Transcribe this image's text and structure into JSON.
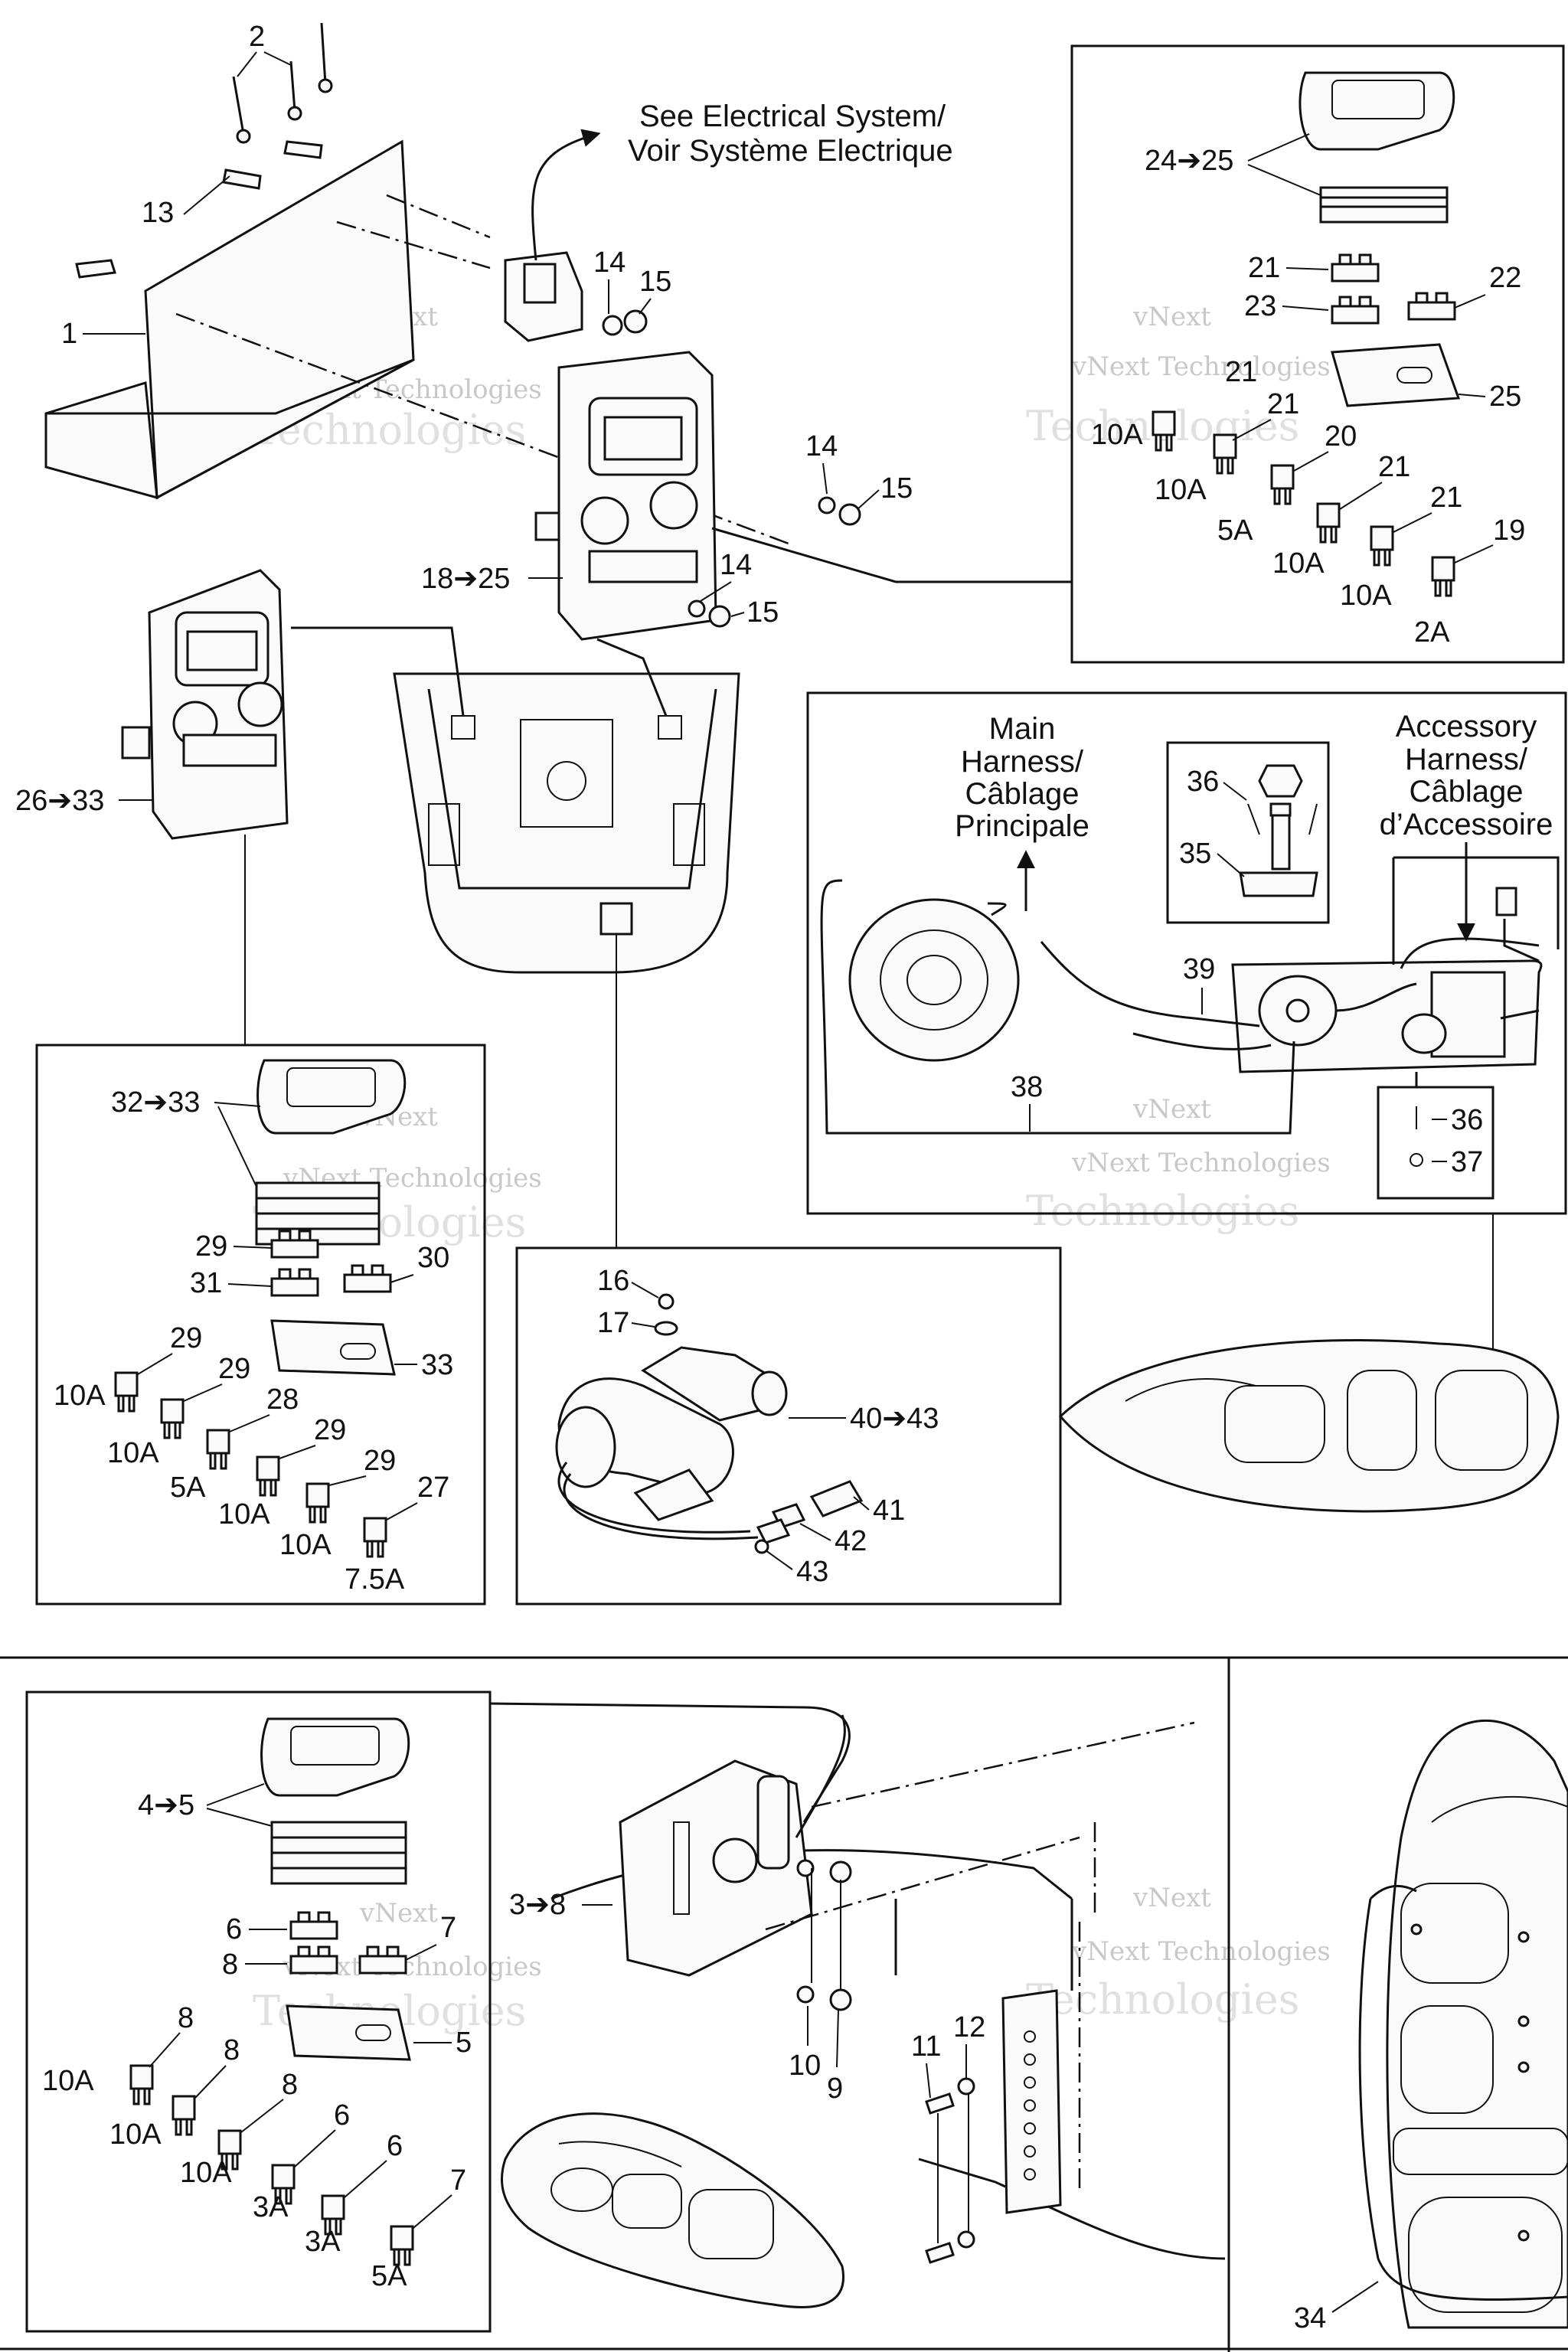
{
  "notes": {
    "see_electrical_line1": "See Electrical System/",
    "see_electrical_line2": "Voir Système Electrique",
    "main_harness": [
      "Main",
      "Harness/",
      "Câblage",
      "Principale"
    ],
    "accessory_harness": [
      "Accessory",
      "Harness/",
      "Câblage",
      "d’Accessoire"
    ]
  },
  "watermark": [
    "vNext",
    "vNext Technologies",
    "Technologies"
  ],
  "callouts": {
    "c1": "1",
    "c2": "2",
    "c13": "13",
    "c14a": "14",
    "c15a": "15",
    "c14b": "14",
    "c15b": "15",
    "c14c": "14",
    "c15c": "15",
    "c18_25": "18➔25",
    "c26_33": "26➔33",
    "c24_25": "24➔25",
    "c21a": "21",
    "c22": "22",
    "c23": "23",
    "c25": "25",
    "c21b": "21",
    "c21c": "21",
    "c20": "20",
    "c21d": "21",
    "c21e": "21",
    "c19": "19",
    "c36a": "36",
    "c35": "35",
    "c39": "39",
    "c38": "38",
    "c36b": "36",
    "c37": "37",
    "c32_33": "32➔33",
    "c29a": "29",
    "c31": "31",
    "c30": "30",
    "c33": "33",
    "c29b": "29",
    "c29c": "29",
    "c28": "28",
    "c29d": "29",
    "c29e": "29",
    "c27": "27",
    "c16": "16",
    "c17": "17",
    "c40_43": "40➔43",
    "c41": "41",
    "c42": "42",
    "c43": "43",
    "c4_5": "4➔5",
    "c6a": "6",
    "c7a": "7",
    "c8a": "8",
    "c5": "5",
    "c8b": "8",
    "c8c": "8",
    "c8d": "8",
    "c6b": "6",
    "c6c": "6",
    "c7b": "7",
    "c3_8": "3➔8",
    "c10": "10",
    "c9": "9",
    "c11": "11",
    "c12": "12",
    "c34": "34"
  },
  "amps": {
    "tr_10a_1": "10A",
    "tr_10a_2": "10A",
    "tr_5a": "5A",
    "tr_10a_3": "10A",
    "tr_10a_4": "10A",
    "tr_2a": "2A",
    "ml_10a_1": "10A",
    "ml_10a_2": "10A",
    "ml_5a": "5A",
    "ml_10a_3": "10A",
    "ml_10a_4": "10A",
    "ml_7_5a": "7.5A",
    "bl_10a_1": "10A",
    "bl_10a_2": "10A",
    "bl_10a_3": "10A",
    "bl_3a_1": "3A",
    "bl_3a_2": "3A",
    "bl_5a": "5A"
  },
  "colors": {
    "ink": "#111111",
    "paper": "#ffffff",
    "watermark": "#c8c8c8"
  }
}
